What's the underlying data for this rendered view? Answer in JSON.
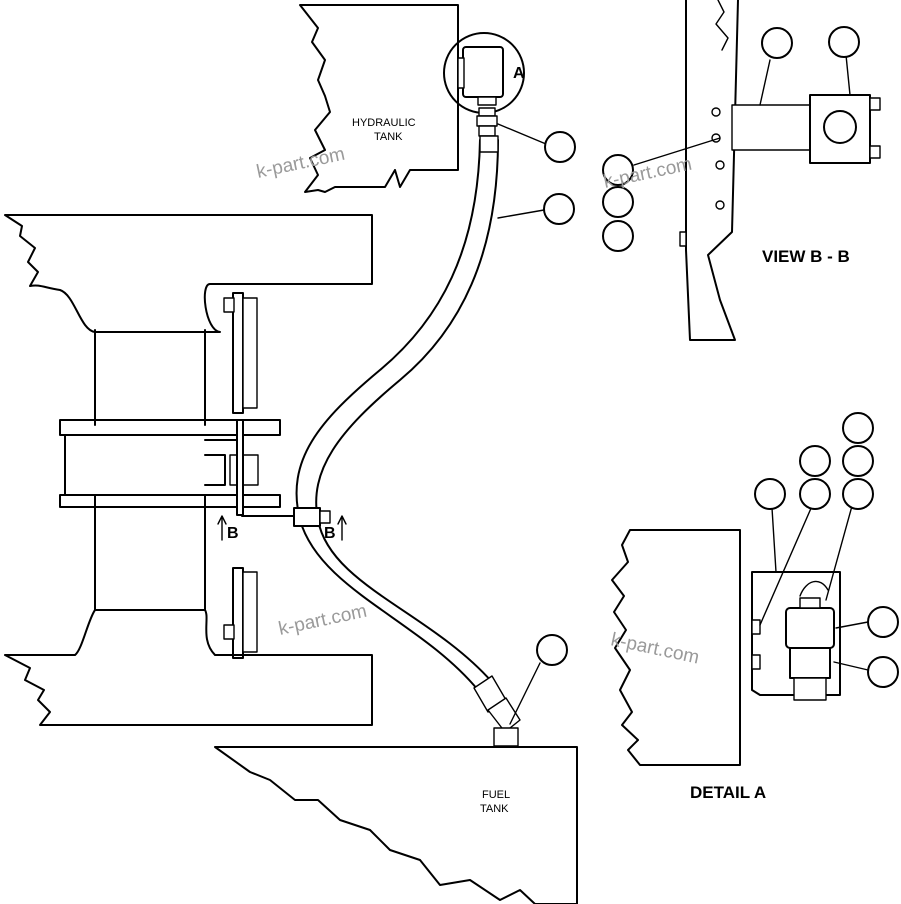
{
  "labels": {
    "hydraulic_tank_line1": "HYDRAULIC",
    "hydraulic_tank_line2": "TANK",
    "fuel_tank_line1": "FUEL",
    "fuel_tank_line2": "TANK",
    "view_bb": "VIEW B - B",
    "detail_a": "DETAIL A",
    "detail_marker": "A",
    "section_marker_left": "B",
    "section_marker_right": "B"
  },
  "watermarks": [
    "k-part.com",
    "k-part.com",
    "k-part.com",
    "k-part.com"
  ]
}
